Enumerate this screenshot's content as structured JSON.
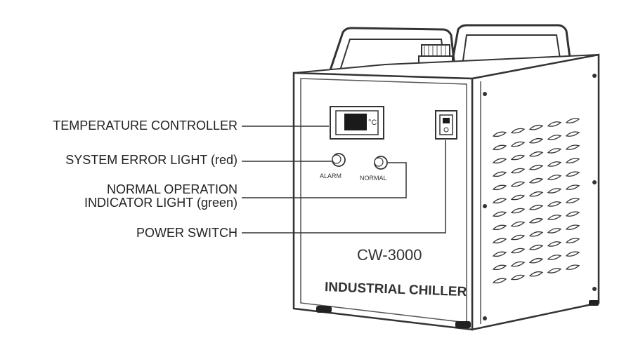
{
  "callouts": {
    "temperature_controller": "TEMPERATURE CONTROLLER",
    "system_error_light": "SYSTEM ERROR LIGHT (red)",
    "normal_operation_line1": "NORMAL OPERATION",
    "normal_operation_line2": "INDICATOR LIGHT (green)",
    "power_switch": "POWER SWITCH"
  },
  "device": {
    "model": "CW-3000",
    "name": "INDUSTRIAL CHILLER",
    "alarm_label": "ALARM",
    "normal_label": "NORMAL",
    "display_unit": "°C"
  },
  "colors": {
    "line": "#333333",
    "display": "#1a1a1a"
  }
}
